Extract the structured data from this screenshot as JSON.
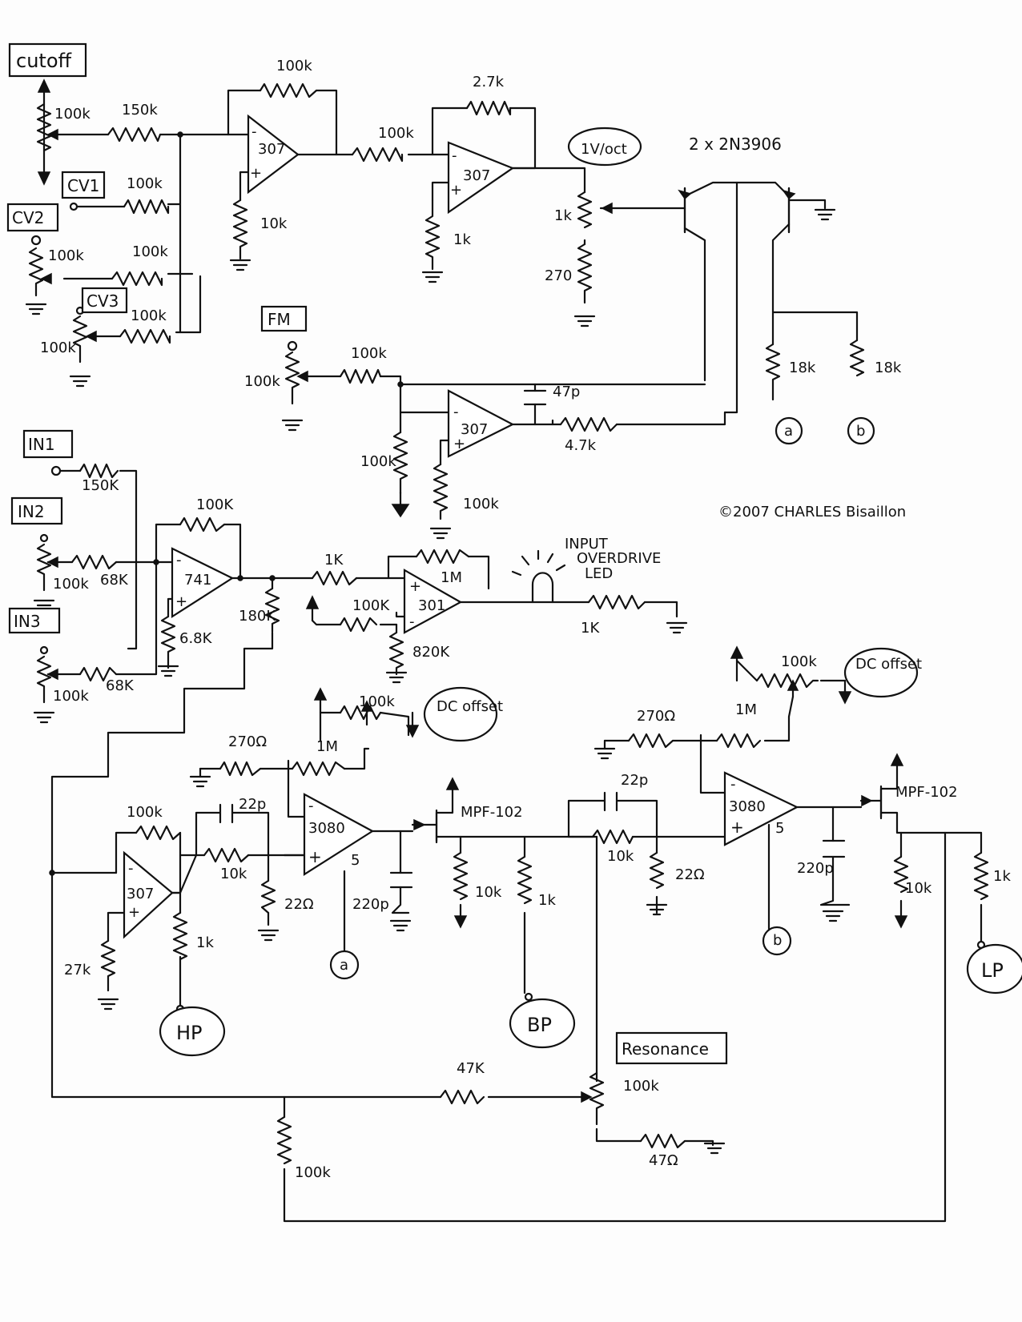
{
  "boxed_labels": {
    "cutoff": "cutoff",
    "cv1": "CV1",
    "cv2": "CV2",
    "cv3": "CV3",
    "fm": "FM",
    "in1": "IN1",
    "in2": "IN2",
    "in3": "IN3",
    "resonance": "Resonance"
  },
  "opamps": {
    "u1": "307",
    "u2": "307",
    "u3": "307",
    "u4": "741",
    "u5": "301",
    "u6": "307",
    "ota1": "3080",
    "ota2": "3080"
  },
  "opamp_pins": {
    "minus": "-",
    "plus": "+",
    "ota_pin": "5"
  },
  "values": {
    "cutoff_pot": "100k",
    "r_150k_top": "150k",
    "r_100k_fb1": "100k",
    "r_10k_u1": "10k",
    "r_100k_cv1": "100k",
    "r_100k_cv2": "100k",
    "pot_cv2": "100k",
    "r_100k_cv3": "100k",
    "pot_cv3": "100k",
    "r_100k_u1_u2": "100k",
    "r_2_7k": "2.7k",
    "r_1k_u2": "1k",
    "trim_1k": "1k",
    "r_270": "270",
    "transistors": "2 x 2N3906",
    "pot_fm": "100k",
    "r_100k_fm": "100k",
    "c_47p": "47p",
    "r_4_7k": "4.7k",
    "r_100k_u3_gnd": "100k",
    "r_100k_u3_plus": "100k",
    "r_18k_a": "18k",
    "r_18k_b": "18k",
    "r_150k_in1": "150K",
    "pot_in2": "100k",
    "r_68k_in2": "68K",
    "pot_in3": "100k",
    "r_68k_in3": "68K",
    "r_100k_u4_fb": "100K",
    "r_6_8k": "6.8K",
    "r_180k": "180K",
    "r_1k_u5": "1K",
    "r_1m_u5": "1M",
    "r_100k_u5": "100K",
    "r_820k": "820K",
    "led_label_1": "INPUT",
    "led_label_2": "OVERDRIVE",
    "led_label_3": "LED",
    "r_1k_led": "1K",
    "copyright": "©2007 CHARLES Bisaillon",
    "dc_offset_pot_1": "100k",
    "r_270_ota1": "270Ω",
    "r_1m_ota1": "1M",
    "r_100k_u6_fb": "100k",
    "c_22p_1": "22p",
    "r_10k_ota1": "10k",
    "r_22_ota1": "22Ω",
    "c_220p_1": "220p",
    "r_27k": "27k",
    "r_1k_hp": "1k",
    "jfet_1": "MPF-102",
    "r_10k_jfet1": "10k",
    "r_1k_bp": "1k",
    "c_22p_2": "22p",
    "r_10k_ota2": "10k",
    "r_22_ota2": "22Ω",
    "dc_offset_pot_2": "100k",
    "r_270_ota2": "270Ω",
    "r_1m_ota2": "1M",
    "c_220p_2": "220p",
    "jfet_2": "MPF-102",
    "r_10k_jfet2": "10k",
    "r_1k_lp": "1k",
    "r_47k": "47K",
    "pot_res": "100k",
    "r_47": "47Ω",
    "r_100k_bottom": "100k"
  },
  "circled_labels": {
    "v_oct": "1V/oct",
    "dc_offset_1": "DC offset",
    "dc_offset_2": "DC offset",
    "a_top": "a",
    "b_top": "b",
    "a_bot": "a",
    "b_bot": "b",
    "hp": "HP",
    "bp": "BP",
    "lp": "LP"
  }
}
